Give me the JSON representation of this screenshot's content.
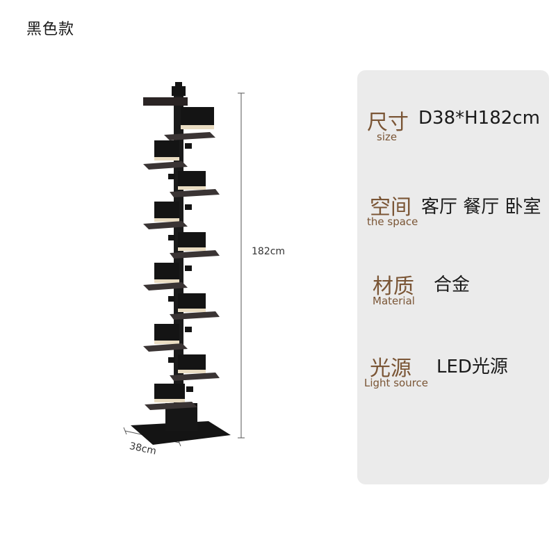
{
  "variant_title": "黑色款",
  "dimensions": {
    "height": "182cm",
    "width": "38cm"
  },
  "specs": [
    {
      "label_cn": "尺寸",
      "label_en": "size",
      "value": "D38*H182cm"
    },
    {
      "label_cn": "空间",
      "label_en": "the space",
      "value": "客厅 餐厅 卧室"
    },
    {
      "label_cn": "材质",
      "label_en": "Material",
      "value": "合金"
    },
    {
      "label_cn": "光源",
      "label_en": "Light source",
      "value": "LED光源"
    }
  ],
  "colors": {
    "panel_bg": "#ebebeb",
    "label_accent": "#7a5535",
    "lamp_black": "#141414",
    "glow": "#e9dcc2"
  }
}
